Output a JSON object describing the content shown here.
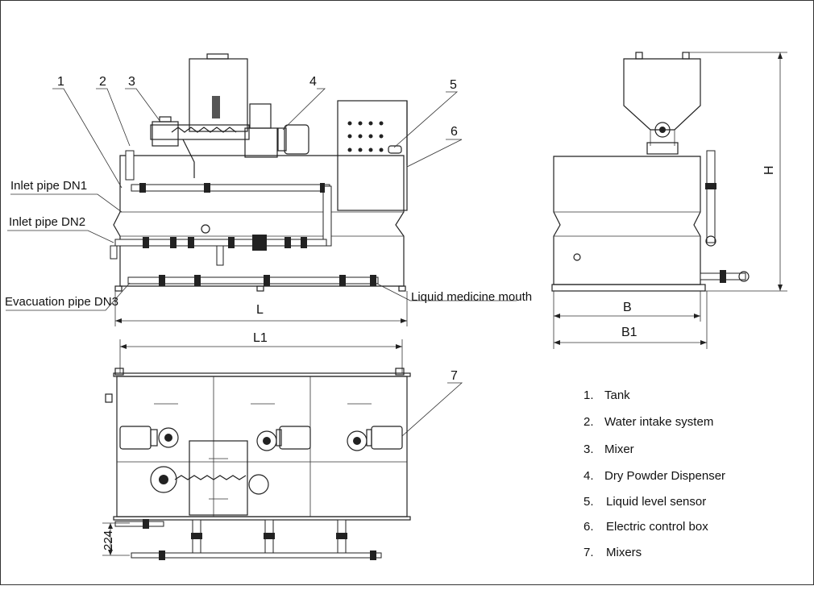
{
  "callouts": [
    "1",
    "2",
    "3",
    "4",
    "5",
    "6",
    "7"
  ],
  "pipe_labels": {
    "inlet1": "Inlet pipe DN1",
    "inlet2": "Inlet pipe DN2",
    "evac": "Evacuation pipe DN3",
    "liquid_mouth": "Liquid medicine mouth"
  },
  "dimensions": {
    "L": "L",
    "L1": "L1",
    "B": "B",
    "B1": "B1",
    "H": "H",
    "offset": "224"
  },
  "legend": [
    {
      "num": "1.",
      "label": "Tank"
    },
    {
      "num": "2.",
      "label": "Water intake system"
    },
    {
      "num": "3.",
      "label": "Mixer"
    },
    {
      "num": "4.",
      "label": "Dry Powder Dispenser"
    },
    {
      "num": "5.",
      "label": "Liquid level sensor"
    },
    {
      "num": "6.",
      "label": "Electric control box"
    },
    {
      "num": "7.",
      "label": "Mixers"
    }
  ]
}
